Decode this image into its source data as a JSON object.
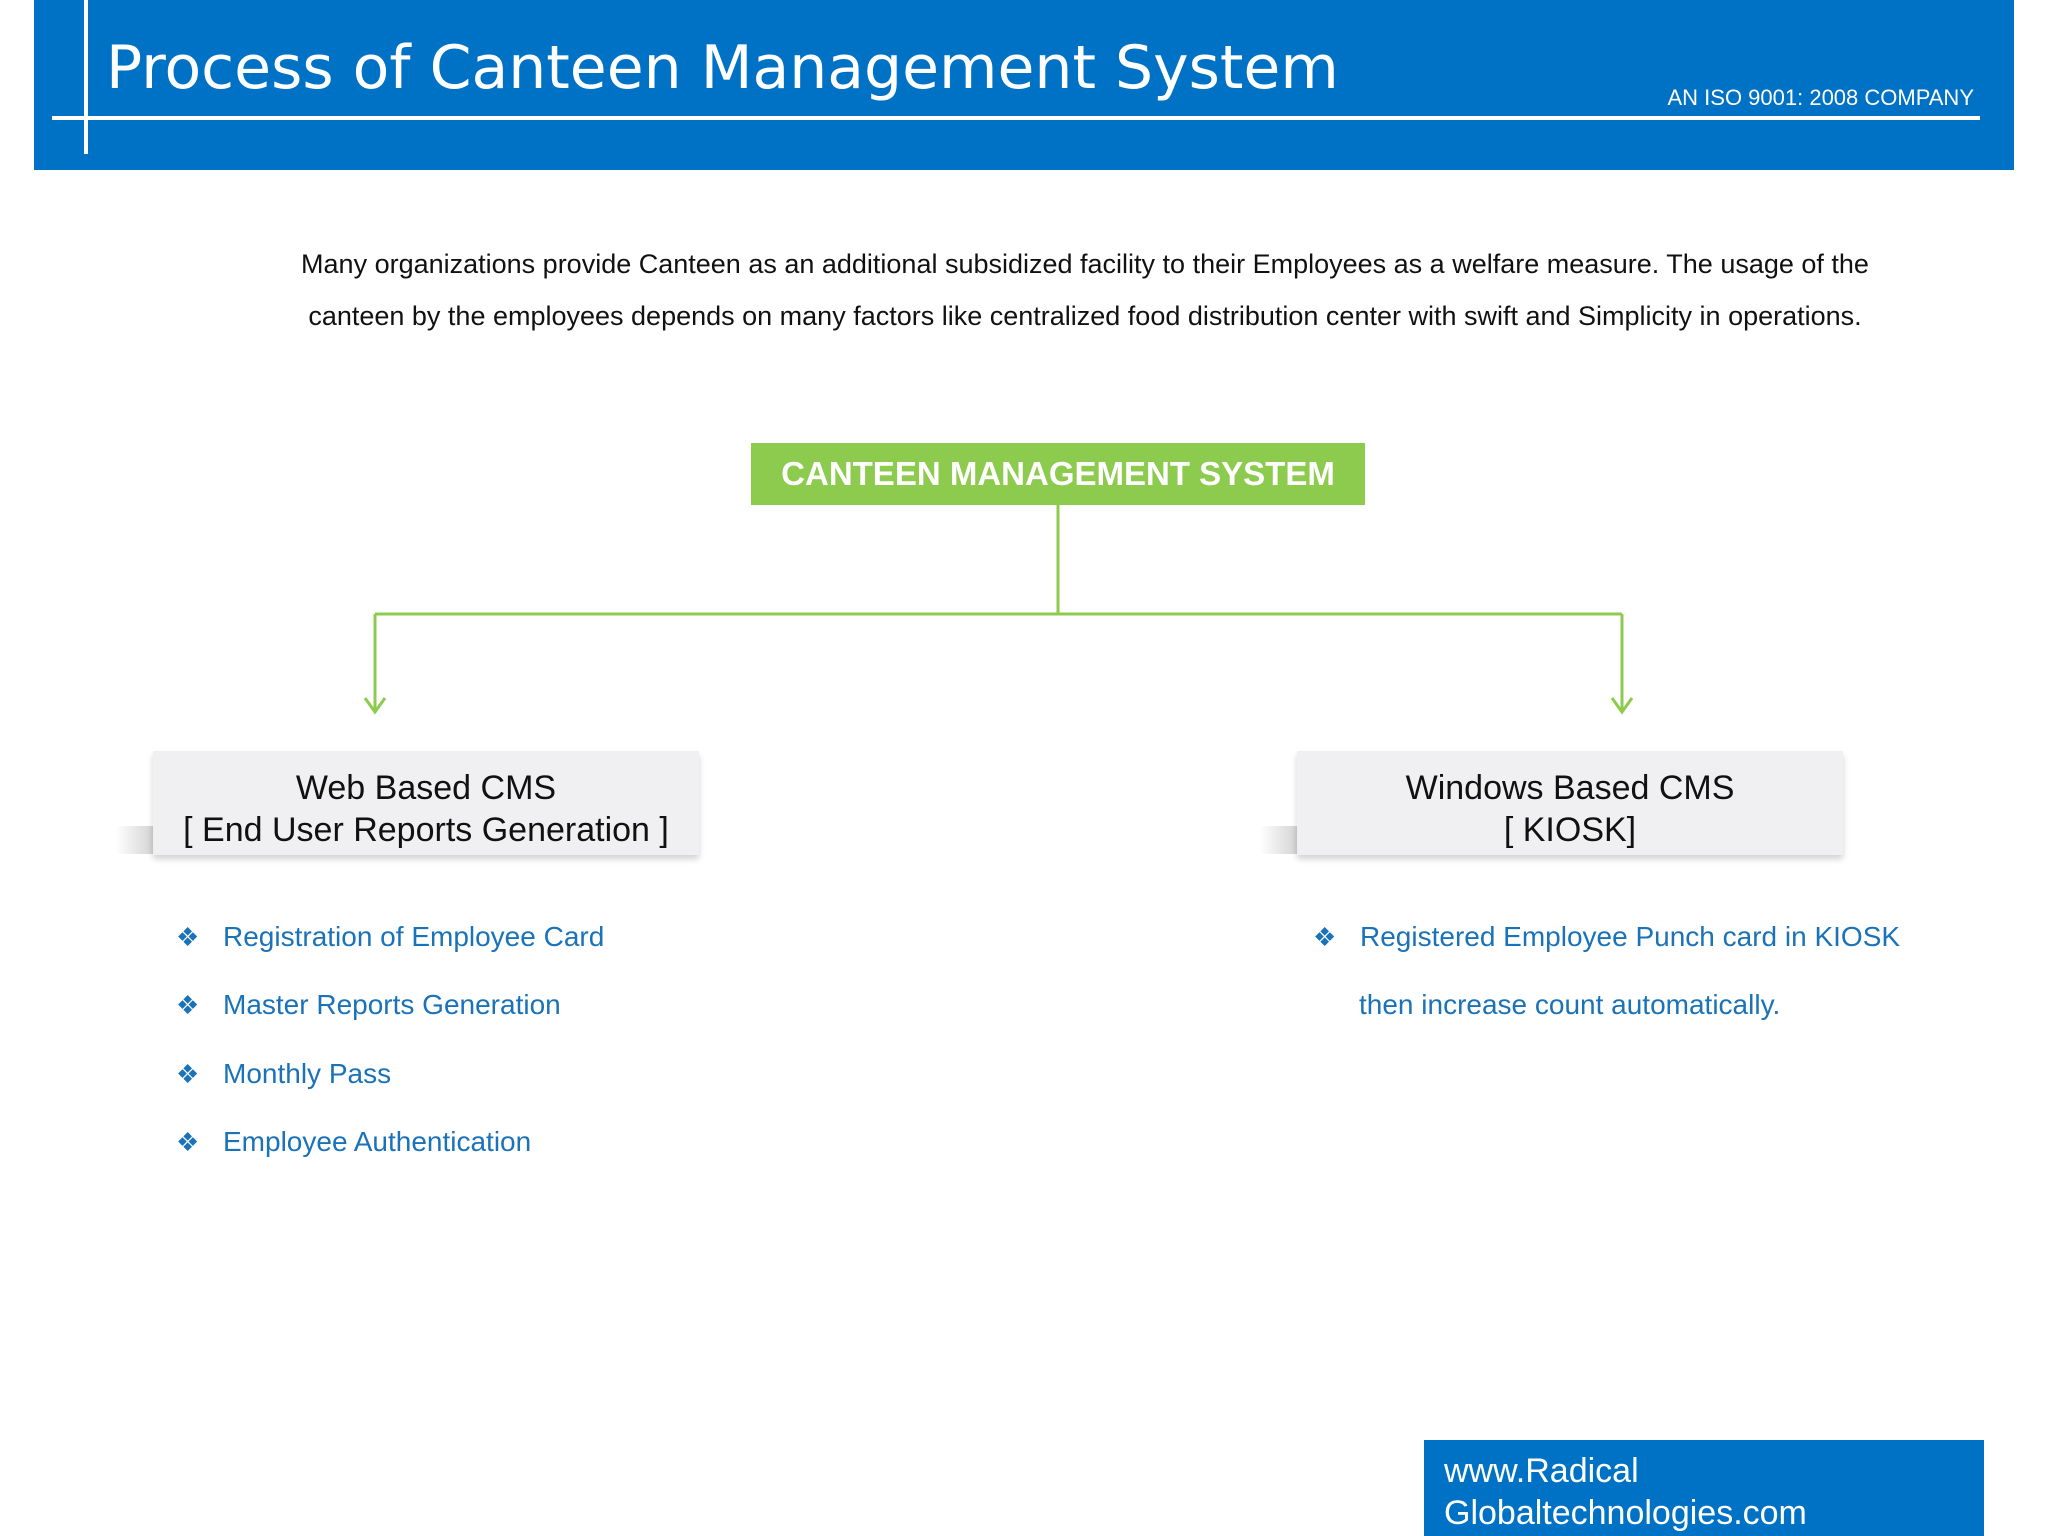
{
  "header": {
    "title": "Process of Canteen Management System",
    "tagline": "AN ISO 9001: 2008 COMPANY"
  },
  "intro": {
    "line1": "Many organizations provide Canteen as an additional subsidized facility to their Employees as a welfare measure. The usage of the",
    "line2": "canteen by the employees depends on many factors like centralized food distribution center with swift and Simplicity in operations."
  },
  "diagram": {
    "root": "CANTEEN MANAGEMENT SYSTEM",
    "left_branch": {
      "title": "Web Based CMS",
      "subtitle": "[ End User Reports Generation ]",
      "items": [
        "Registration of Employee Card",
        "Master Reports Generation",
        "Monthly Pass",
        "Employee Authentication"
      ]
    },
    "right_branch": {
      "title": "Windows Based CMS",
      "subtitle": "[ KIOSK]",
      "items": [
        "Registered Employee Punch card in KIOSK"
      ],
      "continuation": "then increase count automatically."
    },
    "bullet_glyph": "❖",
    "connector_color": "#8ccb4e"
  },
  "footer": {
    "line1": "www.Radical",
    "line2": "Globaltechnologies.com"
  },
  "colors": {
    "brand_blue": "#0072c6",
    "accent_green": "#8ccb4e",
    "bullet_text": "#1a72b8"
  }
}
